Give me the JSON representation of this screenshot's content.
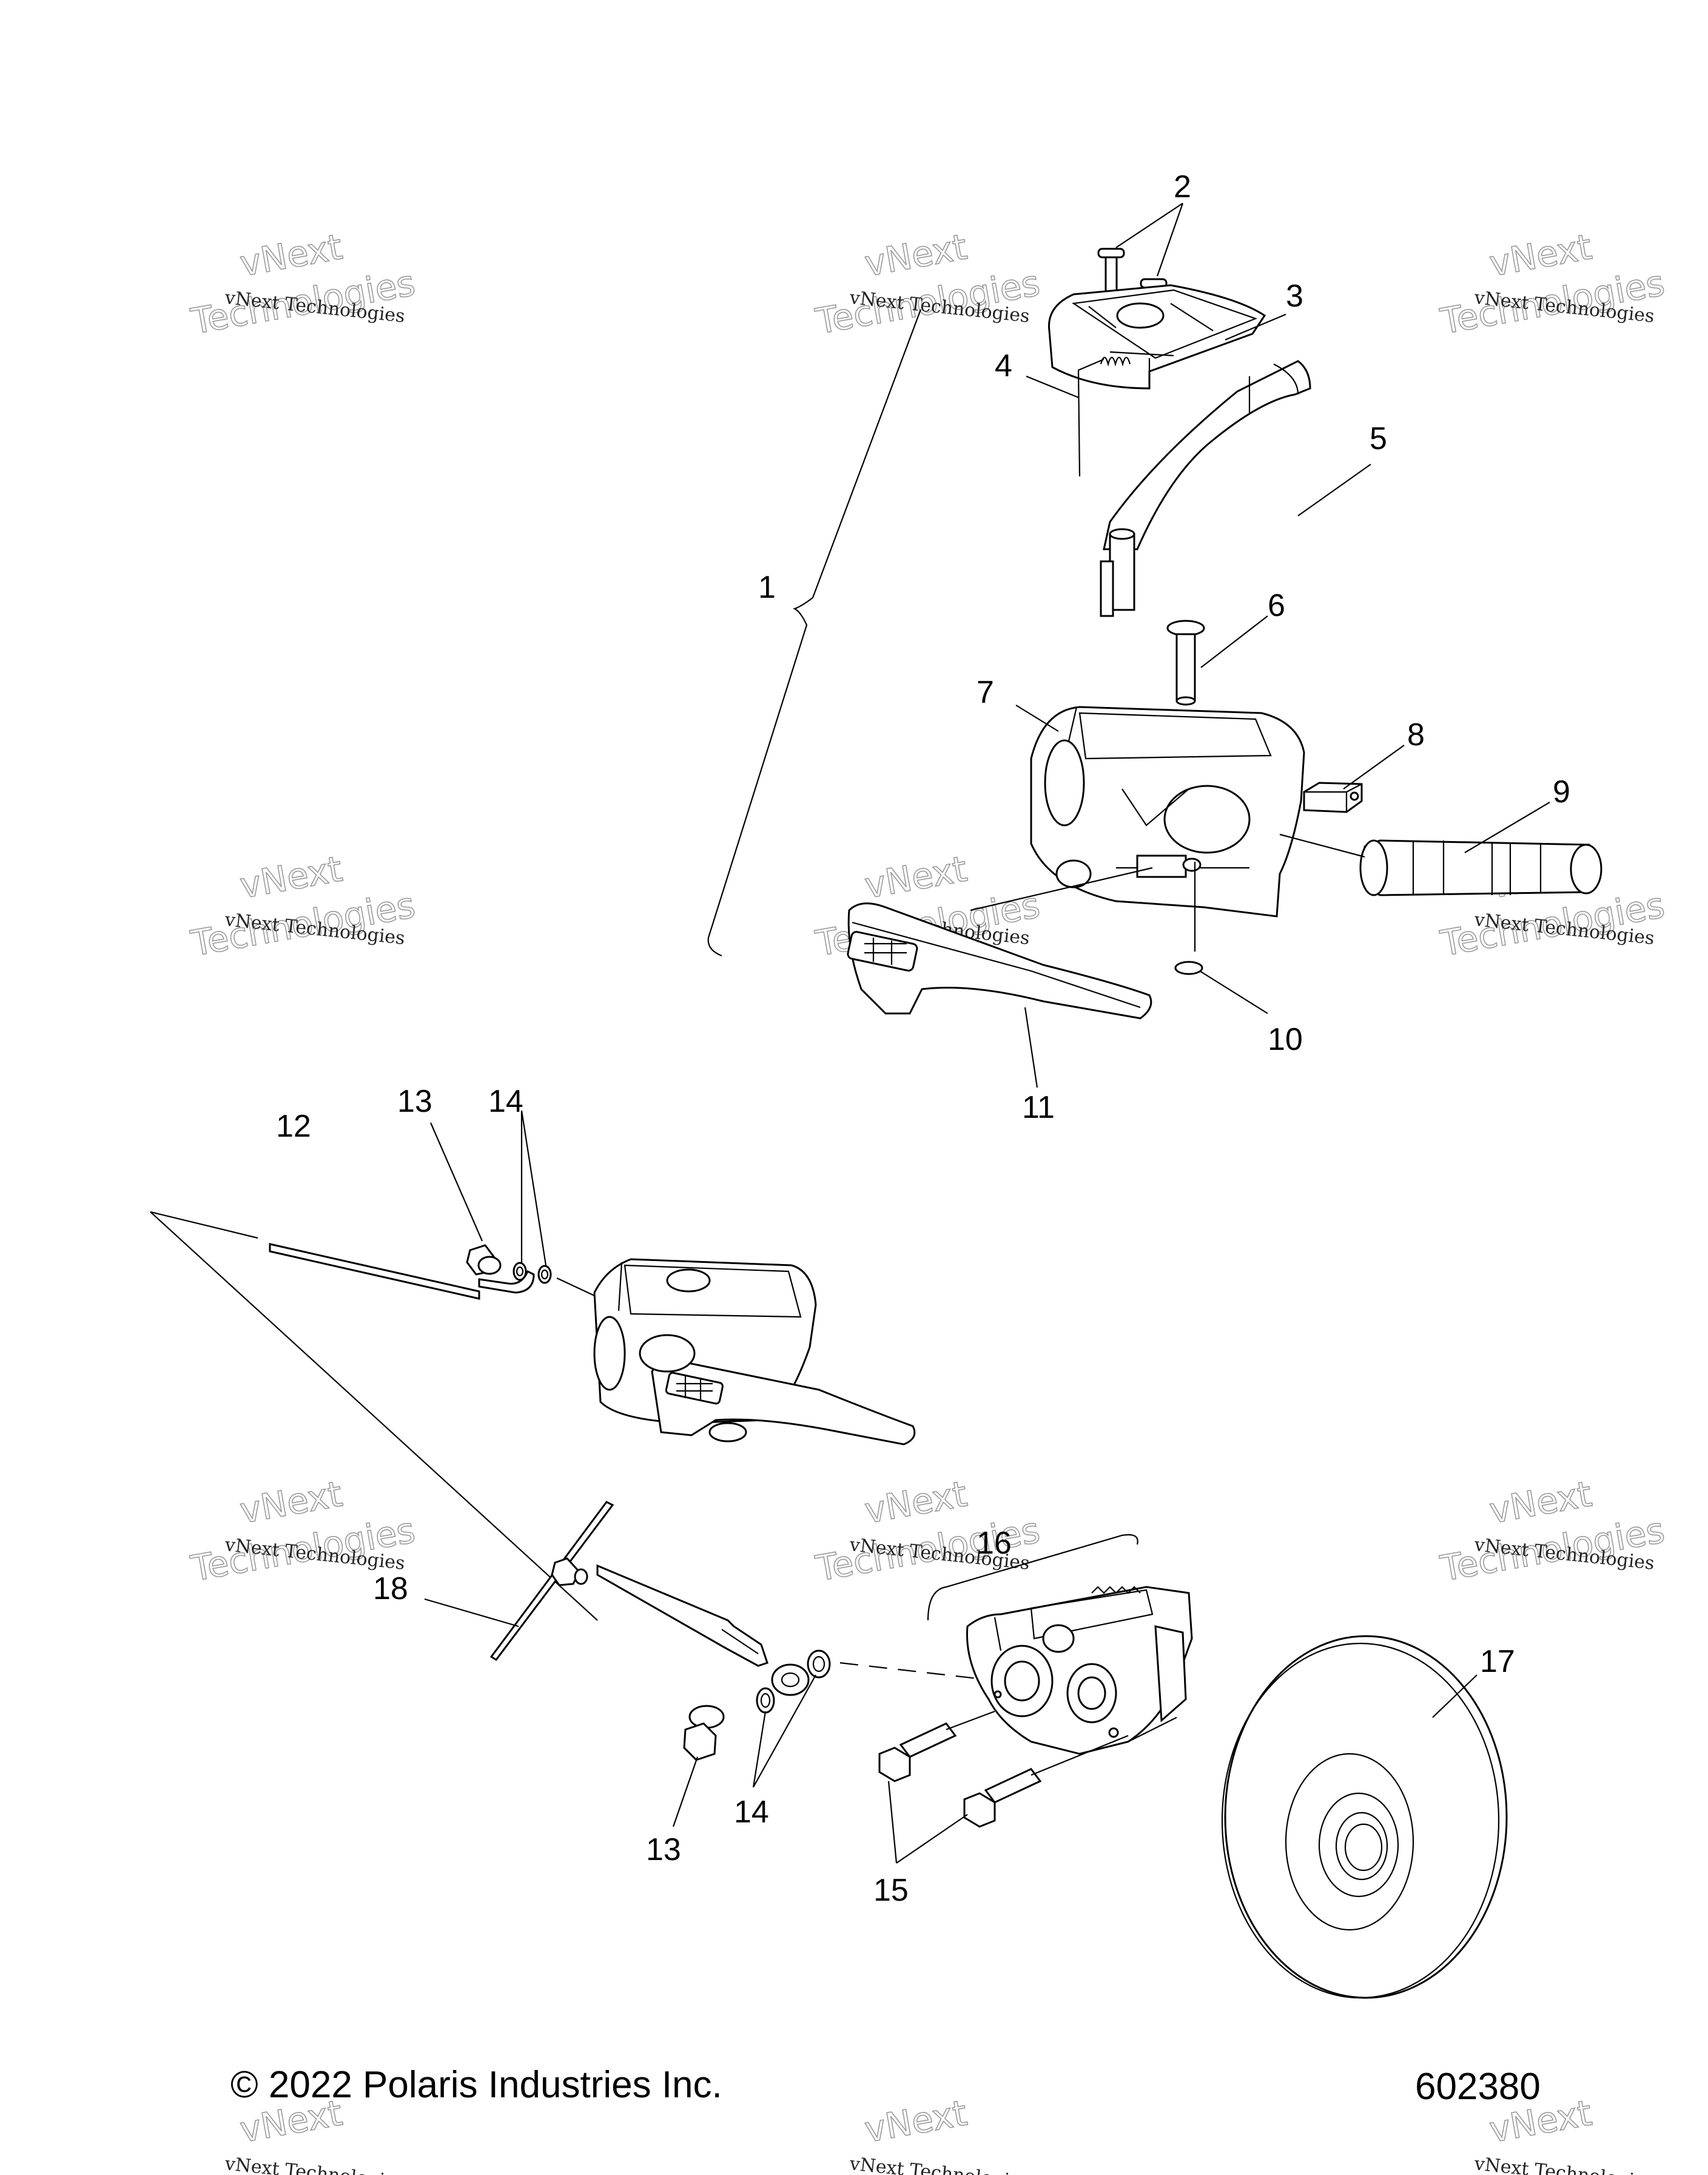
{
  "footer": {
    "copyright": "© 2022 Polaris Industries Inc.",
    "drawing_number": "602380"
  },
  "watermark": {
    "line1": "vNext Technologies",
    "line2a": "vNext",
    "line2b": "Technologies"
  },
  "callouts": {
    "c1": "1",
    "c2": "2",
    "c3": "3",
    "c4": "4",
    "c5": "5",
    "c6": "6",
    "c7": "7",
    "c8": "8",
    "c9": "9",
    "c10": "10",
    "c11": "11",
    "c12": "12",
    "c13a": "13",
    "c13b": "13",
    "c14a": "14",
    "c14b": "14",
    "c15": "15",
    "c16": "16",
    "c17": "17",
    "c18": "18"
  }
}
